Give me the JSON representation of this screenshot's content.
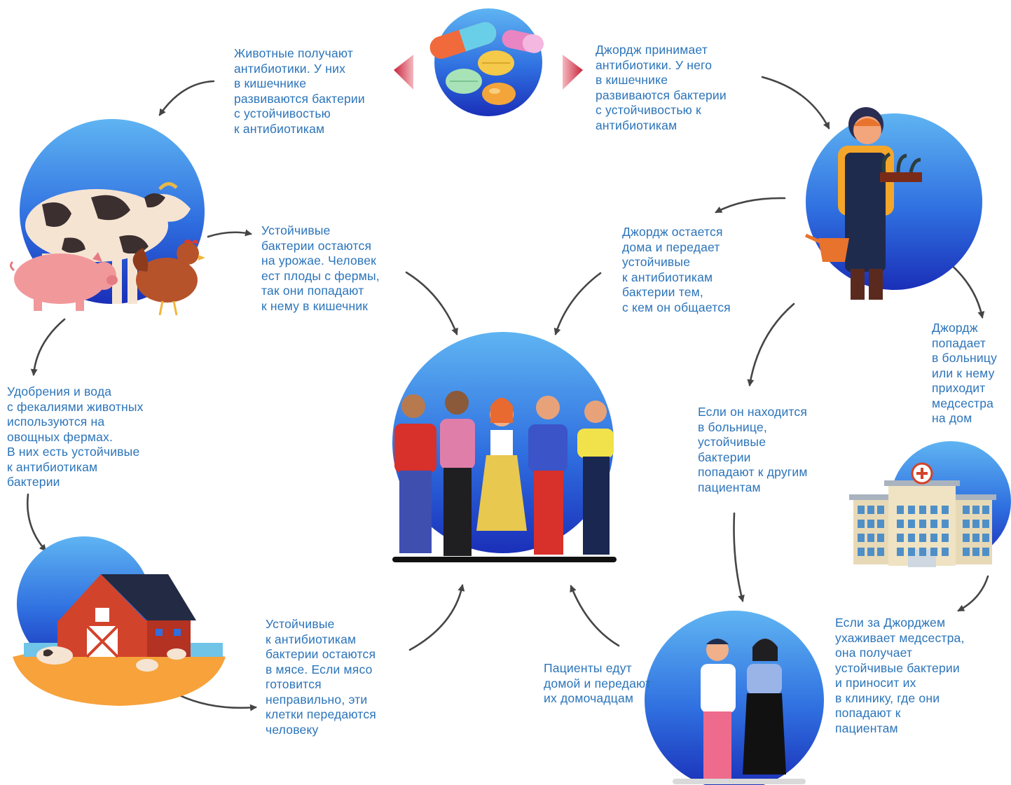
{
  "captions": {
    "animals_get_antibiotics": "Животные получают\nантибиотики. У них\nв кишечнике\nразвиваются бактерии\nс устойчивостью\nк антибиотикам",
    "george_takes_antibiotics": "Джордж принимает\nантибиотики. У него\nв кишечнике\nразвиваются бактерии\nс устойчивостью к\nантибиотикам",
    "bacteria_on_crops": "Устойчивые\nбактерии остаются\nна урожае. Человек\nест плоды с фермы,\nтак они попадают\nк нему в кишечник",
    "george_stays_home": "Джордж остается\nдома и передает\nустойчивые\nк антибиотикам\nбактерии тем,\nс кем он общается",
    "george_hospital": "Джордж\nпопадает\nв больницу\nили к нему\nприходит\nмедсестра\nна дом",
    "fertilizer_water": "Удобрения и вода\nс фекалиями животных\nиспользуются на\nовощных фермах.\nВ них есть устойчивые\n к антибиотикам\nбактерии",
    "in_hospital_patients": "Если он находится\nв больнице,\nустойчивые\nбактерии\nпопадают к другим\nпациентам",
    "bacteria_in_meat": "Устойчивые\nк антибиотикам\nбактерии остаются\nв мясе. Если мясо\nготовится\nнеправильно, эти\nклетки передаются\nчеловеку",
    "patients_go_home": "Пациенты едут\nдомой и передают\nих домочадцам",
    "nurse_clinic": "Если за Джорджем\nухаживает медсестра,\nона получает\nустойчивые бактерии\nи приносит их\nв клинику, где они\nпопадают к\nпациентам"
  },
  "icons": [
    "pills-icon",
    "cow-icon",
    "pig-icon",
    "hen-icon",
    "farmer-icon",
    "people-group-icon",
    "barn-icon",
    "hospital-icon",
    "couple-icon"
  ],
  "colors": {
    "text": "#2b74ba",
    "circle_top": "#5fb4f2",
    "circle_bottom": "#1a2fb8",
    "arrow": "#454545",
    "pointer": "#c8243a"
  }
}
